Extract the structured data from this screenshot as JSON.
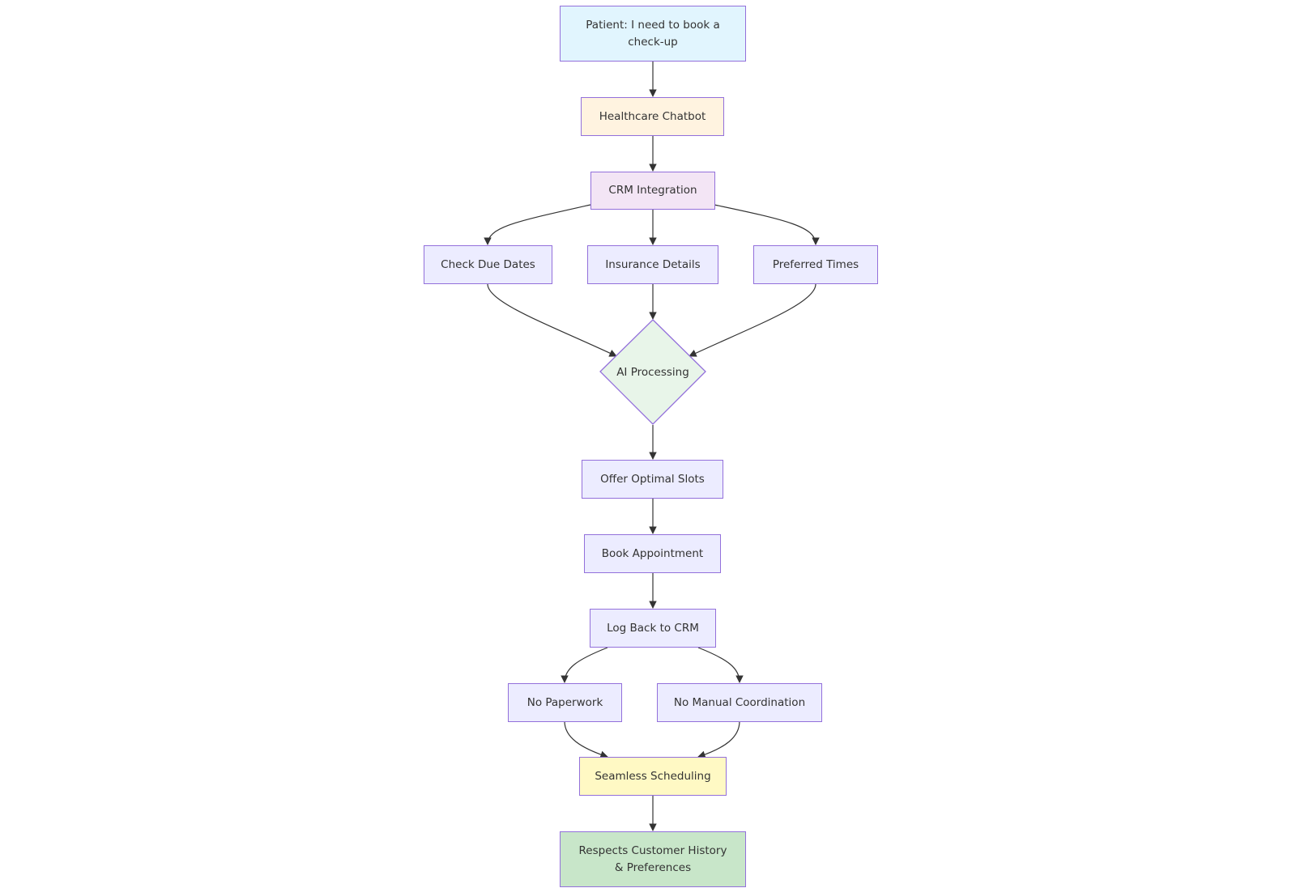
{
  "diagram": {
    "nodes": {
      "patient": {
        "line1": "Patient: I need to book a",
        "line2": "check-up",
        "fill": "#e1f5fe"
      },
      "chatbot": {
        "label": "Healthcare Chatbot",
        "fill": "#fff3e0"
      },
      "crm": {
        "label": "CRM Integration",
        "fill": "#f3e5f5"
      },
      "due_dates": {
        "label": "Check Due Dates",
        "fill": "#ececff"
      },
      "insurance": {
        "label": "Insurance Details",
        "fill": "#ececff"
      },
      "preferred_times": {
        "label": "Preferred Times",
        "fill": "#ececff"
      },
      "ai_processing": {
        "label": "AI Processing",
        "fill": "#e8f5e9"
      },
      "offer_slots": {
        "label": "Offer Optimal Slots",
        "fill": "#ececff"
      },
      "book": {
        "label": "Book Appointment",
        "fill": "#ececff"
      },
      "log_back": {
        "label": "Log Back to CRM",
        "fill": "#ececff"
      },
      "no_paperwork": {
        "label": "No Paperwork",
        "fill": "#ececff"
      },
      "no_manual": {
        "label": "No Manual Coordination",
        "fill": "#ececff"
      },
      "seamless": {
        "label": "Seamless Scheduling",
        "fill": "#fff9c4"
      },
      "respects": {
        "line1": "Respects Customer History",
        "line2": "& Preferences",
        "fill": "#c8e6c9"
      }
    },
    "edges": [
      [
        "patient",
        "chatbot"
      ],
      [
        "chatbot",
        "crm"
      ],
      [
        "crm",
        "due_dates"
      ],
      [
        "crm",
        "insurance"
      ],
      [
        "crm",
        "preferred_times"
      ],
      [
        "due_dates",
        "ai_processing"
      ],
      [
        "insurance",
        "ai_processing"
      ],
      [
        "preferred_times",
        "ai_processing"
      ],
      [
        "ai_processing",
        "offer_slots"
      ],
      [
        "offer_slots",
        "book"
      ],
      [
        "book",
        "log_back"
      ],
      [
        "log_back",
        "no_paperwork"
      ],
      [
        "log_back",
        "no_manual"
      ],
      [
        "no_paperwork",
        "seamless"
      ],
      [
        "no_manual",
        "seamless"
      ],
      [
        "seamless",
        "respects"
      ]
    ],
    "colors": {
      "border": "#9370db",
      "edge": "#333333",
      "text": "#333333"
    }
  }
}
